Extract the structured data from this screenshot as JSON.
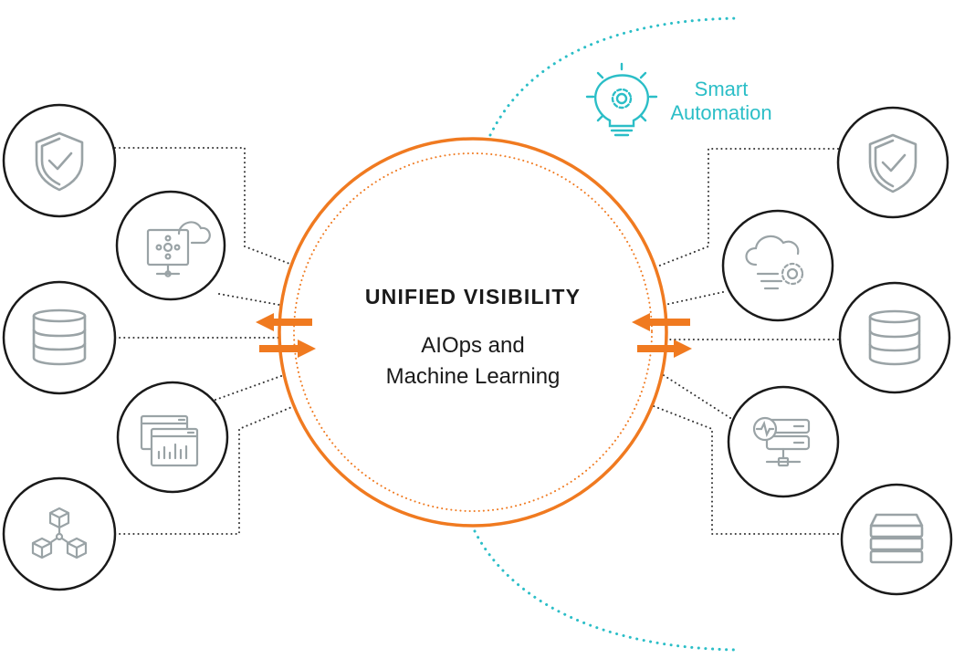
{
  "center": {
    "title": "UNIFIED VISIBILITY",
    "subtitle_line1": "AIOps and",
    "subtitle_line2": "Machine Learning"
  },
  "smart_automation": {
    "line1": "Smart",
    "line2": "Automation",
    "icon": "lightbulb-gear-icon"
  },
  "left_nodes": [
    {
      "icon": "shield-check-icon"
    },
    {
      "icon": "monitor-network-cloud-icon"
    },
    {
      "icon": "database-icon"
    },
    {
      "icon": "browser-windows-chart-icon"
    },
    {
      "icon": "connected-cubes-icon"
    }
  ],
  "right_nodes": [
    {
      "icon": "shield-check-icon"
    },
    {
      "icon": "cloud-gear-icon"
    },
    {
      "icon": "database-icon"
    },
    {
      "icon": "server-pulse-icon"
    },
    {
      "icon": "stacked-storage-icon"
    }
  ],
  "colors": {
    "accent_orange": "#f07a20",
    "accent_teal": "#2bbec7",
    "icon_gray": "#9aa3a6",
    "circle_stroke": "#1a1a1a",
    "connector": "#333333"
  }
}
